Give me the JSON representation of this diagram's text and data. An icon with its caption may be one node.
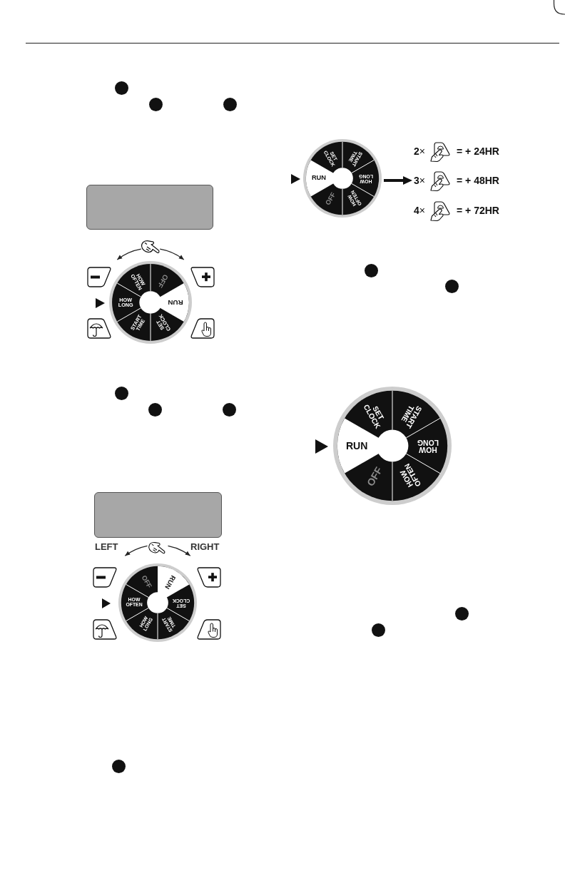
{
  "diagram": {
    "nodes": [
      {
        "text": [],
        "shape": "box"
      },
      {
        "text": [
          "RUN",
          "SET CLOCK",
          "START TIME",
          "HOW LONG",
          "HOW OFTEN",
          "OFF"
        ]
      },
      {
        "text": [],
        "shape": "box"
      },
      {
        "text": [
          "RUN",
          "SET CLOCK",
          "START TIME",
          "HOW LONG",
          "HOW OFTEN",
          "OFF"
        ]
      },
      {
        "text": [
          "RUN",
          "SET CLOCK",
          "START TIME",
          "HOW LONG",
          "HOW OFTEN",
          "OFF"
        ]
      },
      {
        "text": [
          "**3**×"
        ]
      },
      {
        "text": [
          "RUN",
          "SET CLOCK",
          "START TIME",
          "HOW LONG",
          "HOW OFTEN",
          "OFF"
        ]
      }
    ],
    "edges": [
      {
        "from": 4,
        "to": 5,
        "arrow": "to"
      }
    ],
    "labels": [
      "LEFT",
      "RIGHT",
      "**2**×",
      "= + 24HR",
      "= + 48HR",
      "**4**×",
      "= + 72HR"
    ]
  }
}
